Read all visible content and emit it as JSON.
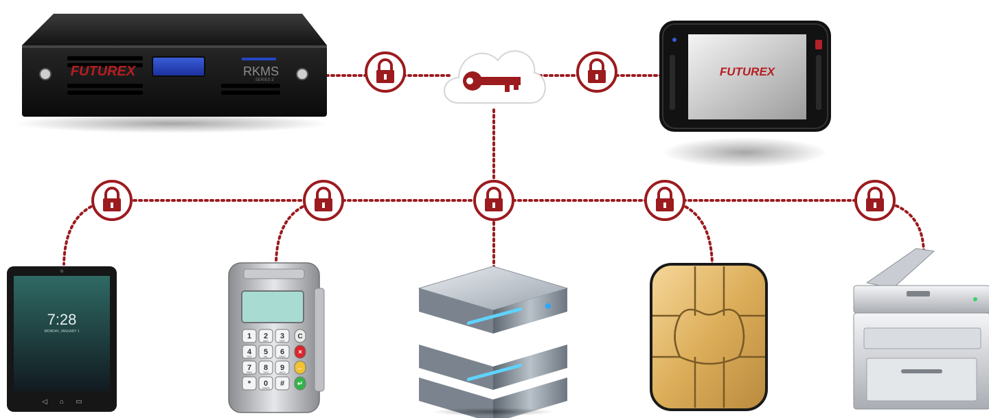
{
  "colors": {
    "accent": "#9b1b1f",
    "lock": "#9b1b1f",
    "connector": "#9b1b1f"
  },
  "rack": {
    "brand": "FUTUREX",
    "model": "RKMS",
    "series": "SERIES 3"
  },
  "terminal": {
    "brand": "FUTUREX"
  },
  "tablet": {
    "time": "7:28",
    "subtext": "MONDAY, JANUARY 1"
  },
  "pinpad": {
    "keys": [
      "1",
      "2",
      "3",
      "C",
      "4",
      "5",
      "6",
      "×",
      "7",
      "8",
      "9",
      "←",
      "*",
      "0",
      "#",
      "↵"
    ],
    "subs": [
      "",
      "ABC",
      "DEF",
      "",
      "GHI",
      "JKL",
      "MNO",
      "",
      "PRS",
      "TUV",
      "WXY",
      "",
      "",
      "OPER",
      "",
      ""
    ]
  },
  "icons": {
    "cloud": "cloud-key-icon",
    "lock": "padlock-icon",
    "server": "server-stack-icon",
    "chip": "smartcard-chip-icon",
    "printer": "printer-icon"
  }
}
